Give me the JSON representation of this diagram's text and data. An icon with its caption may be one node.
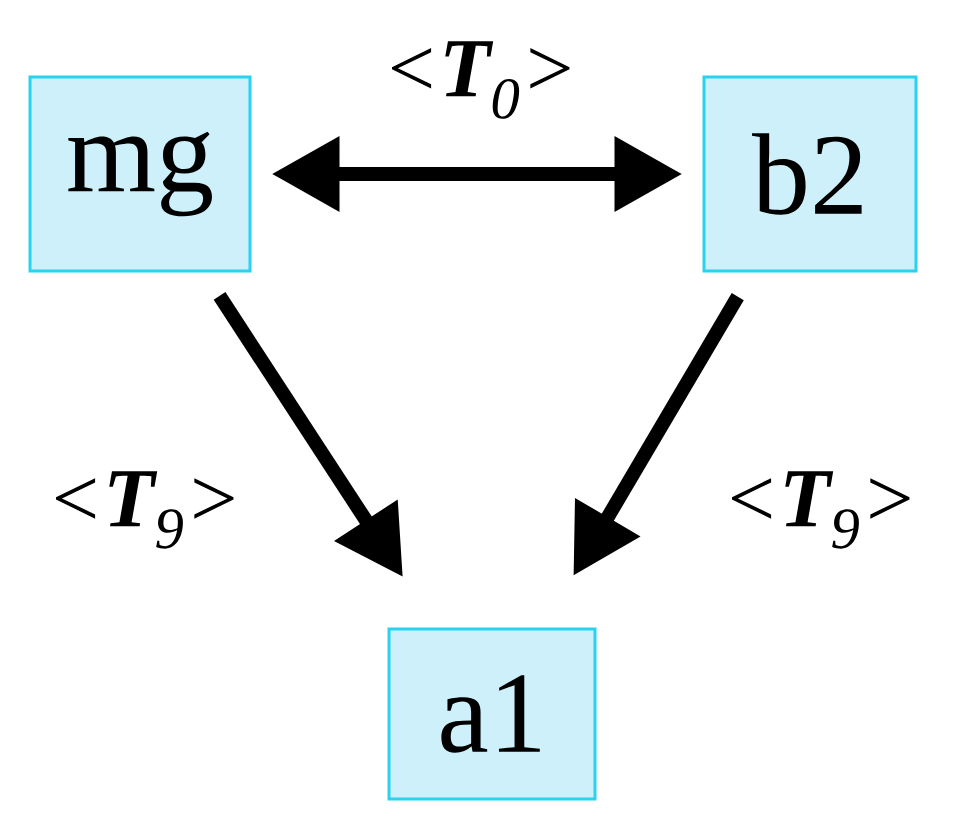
{
  "diagram": {
    "nodes": [
      {
        "text": [
          "mg"
        ]
      },
      {
        "text": [
          "b2"
        ]
      },
      {
        "text": [
          "a1"
        ]
      }
    ],
    "edges": [
      {
        "from": 0,
        "to": 1,
        "arrow": "both",
        "label": "<**T**$_{0}$>"
      },
      {
        "from": 0,
        "to": 2,
        "arrow": "to",
        "label": "<**T**$_{9}$>"
      },
      {
        "from": 1,
        "to": 2,
        "arrow": "to",
        "label": "<**T**$_{9}$>"
      }
    ]
  }
}
